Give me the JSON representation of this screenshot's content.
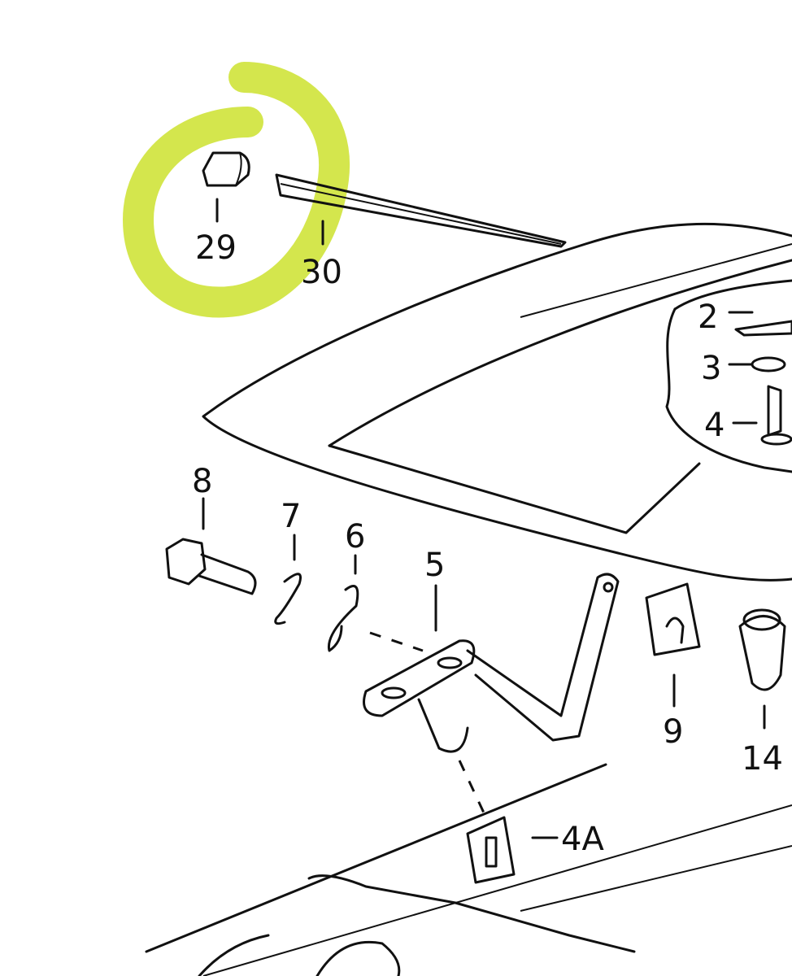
{
  "diagram": {
    "highlight_color": "#cfe33a",
    "highlighted_parts": [
      "29",
      "30"
    ],
    "part_labels": {
      "p29": "29",
      "p30": "30",
      "p2": "2",
      "p3": "3",
      "p4": "4",
      "p8": "8",
      "p7": "7",
      "p6": "6",
      "p5": "5",
      "p9": "9",
      "p14": "14",
      "p4a": "4A"
    }
  }
}
